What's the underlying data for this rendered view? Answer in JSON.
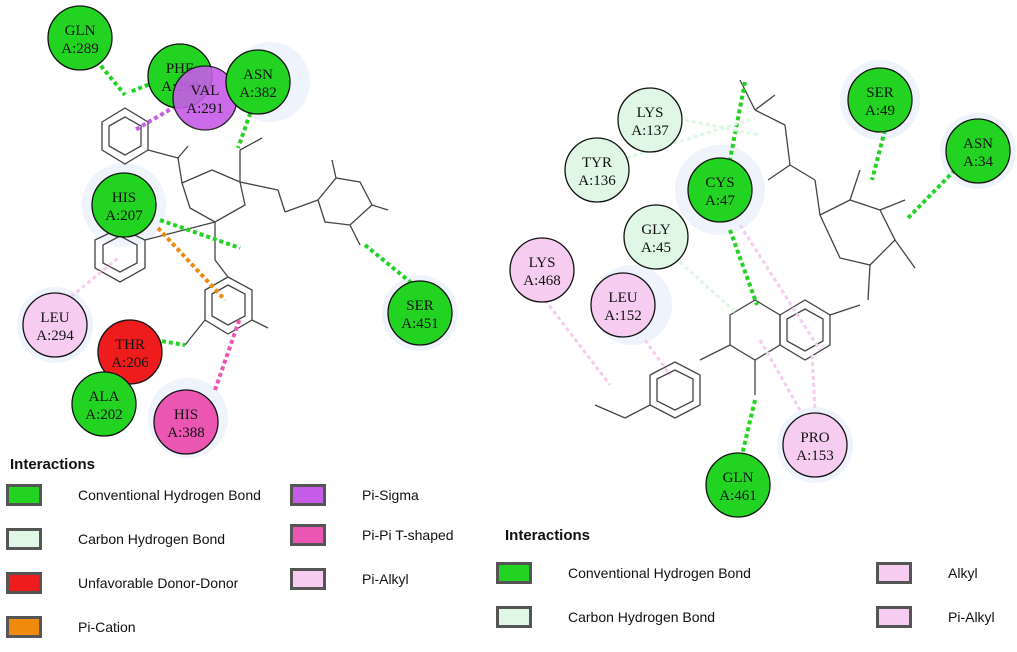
{
  "colors": {
    "conventional_hb": "#22d322",
    "carbon_hb": "#dff7e4",
    "unfavorable": "#ee1c1c",
    "pi_cation": "#ef8a0c",
    "pi_sigma": "#c65ce8",
    "pi_pi_tshaped": "#ea56b2",
    "pi_alkyl": "#f6cdf1",
    "alkyl": "#f6cdf1"
  },
  "left_panel": {
    "residues": [
      {
        "name": "GLN",
        "id": "A:289",
        "type": "conventional_hb"
      },
      {
        "name": "PHE",
        "id": "A:290",
        "type": "conventional_hb"
      },
      {
        "name": "VAL",
        "id": "A:291",
        "type": "pi_sigma"
      },
      {
        "name": "ASN",
        "id": "A:382",
        "type": "conventional_hb"
      },
      {
        "name": "HIS",
        "id": "A:207",
        "type": "conventional_hb"
      },
      {
        "name": "SER",
        "id": "A:451",
        "type": "conventional_hb"
      },
      {
        "name": "LEU",
        "id": "A:294",
        "type": "pi_alkyl"
      },
      {
        "name": "THR",
        "id": "A:206",
        "type": "unfavorable"
      },
      {
        "name": "ALA",
        "id": "A:202",
        "type": "conventional_hb"
      },
      {
        "name": "HIS",
        "id": "A:388",
        "type": "pi_pi_tshaped"
      }
    ],
    "legend": {
      "title": "Interactions",
      "items": [
        {
          "label": "Conventional Hydrogen Bond",
          "type": "conventional_hb"
        },
        {
          "label": "Carbon Hydrogen Bond",
          "type": "carbon_hb"
        },
        {
          "label": "Unfavorable Donor-Donor",
          "type": "unfavorable"
        },
        {
          "label": "Pi-Cation",
          "type": "pi_cation"
        },
        {
          "label": "Pi-Sigma",
          "type": "pi_sigma"
        },
        {
          "label": "Pi-Pi T-shaped",
          "type": "pi_pi_tshaped"
        },
        {
          "label": "Pi-Alkyl",
          "type": "pi_alkyl"
        }
      ]
    }
  },
  "right_panel": {
    "residues": [
      {
        "name": "LYS",
        "id": "A:137",
        "type": "carbon_hb"
      },
      {
        "name": "SER",
        "id": "A:49",
        "type": "conventional_hb"
      },
      {
        "name": "ASN",
        "id": "A:34",
        "type": "conventional_hb"
      },
      {
        "name": "TYR",
        "id": "A:136",
        "type": "carbon_hb"
      },
      {
        "name": "CYS",
        "id": "A:47",
        "type": "conventional_hb"
      },
      {
        "name": "GLY",
        "id": "A:45",
        "type": "carbon_hb"
      },
      {
        "name": "LYS",
        "id": "A:468",
        "type": "pi_alkyl"
      },
      {
        "name": "LEU",
        "id": "A:152",
        "type": "pi_alkyl"
      },
      {
        "name": "PRO",
        "id": "A:153",
        "type": "pi_alkyl"
      },
      {
        "name": "GLN",
        "id": "A:461",
        "type": "conventional_hb"
      }
    ],
    "legend": {
      "title": "Interactions",
      "items": [
        {
          "label": "Conventional Hydrogen Bond",
          "type": "conventional_hb"
        },
        {
          "label": "Carbon Hydrogen Bond",
          "type": "carbon_hb"
        },
        {
          "label": "Alkyl",
          "type": "alkyl"
        },
        {
          "label": "Pi-Alkyl",
          "type": "pi_alkyl"
        }
      ]
    }
  }
}
